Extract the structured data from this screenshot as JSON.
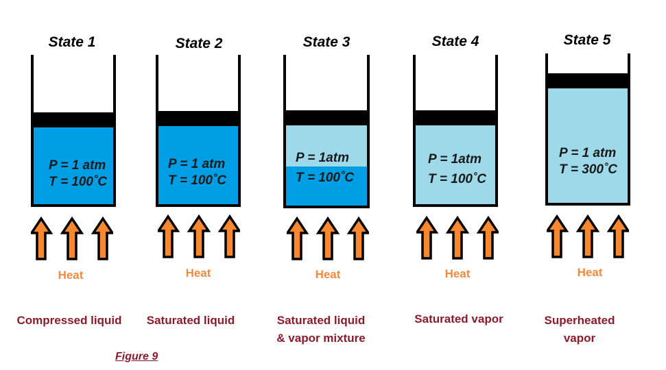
{
  "states": [
    {
      "title": "State 1",
      "pressure": "P = 1 atm",
      "temperature": "T = 100˚C",
      "heat": "Heat",
      "name_lines": [
        "Compressed liquid"
      ],
      "liquid_fraction": 1.0
    },
    {
      "title": "State 2",
      "pressure": "P = 1 atm",
      "temperature": "T = 100˚C",
      "heat": "Heat",
      "name_lines": [
        "Saturated liquid"
      ],
      "liquid_fraction": 1.0
    },
    {
      "title": "State 3",
      "pressure": "P = 1atm",
      "temperature": "T = 100˚C",
      "heat": "Heat",
      "name_lines": [
        "Saturated liquid",
        "& vapor mixture"
      ],
      "liquid_fraction": 0.5
    },
    {
      "title": "State 4",
      "pressure": "P = 1atm",
      "temperature": "T = 100˚C",
      "heat": "Heat",
      "name_lines": [
        "Saturated vapor"
      ],
      "liquid_fraction": 0.0
    },
    {
      "title": "State 5",
      "pressure": "P = 1 atm",
      "temperature": "T = 300˚C",
      "heat": "Heat",
      "name_lines": [
        "Superheated",
        "vapor"
      ],
      "liquid_fraction": 0.0
    }
  ],
  "figure_caption": "Figure 9",
  "colors": {
    "liquid": "#009ee4",
    "vapor": "#9ed9ea",
    "piston": "#000000",
    "arrow_fill": "#f7882f",
    "heat_text": "#f28a3c",
    "label_text": "#8b1a2b"
  }
}
